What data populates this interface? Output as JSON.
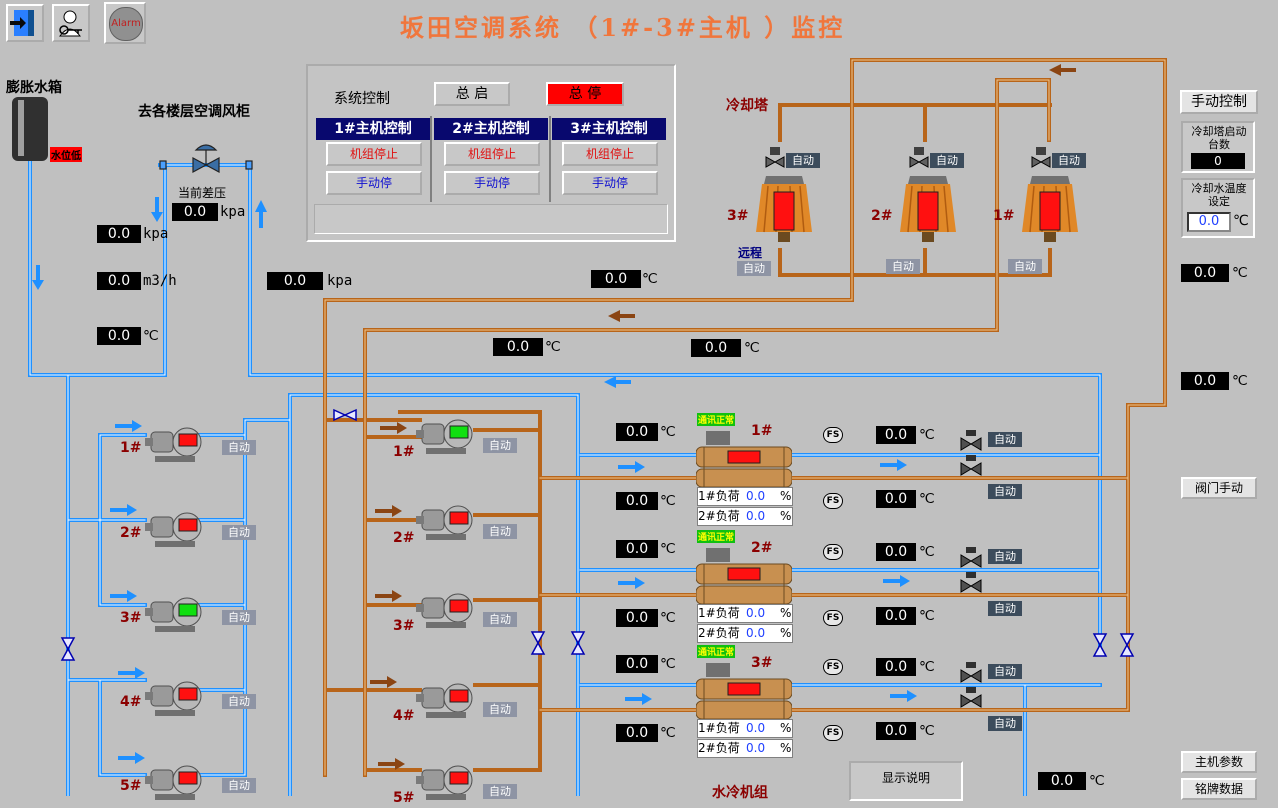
{
  "title": "坂田空调系统 （1#-3#主机 ）监控",
  "toolbar": {
    "alarm": "Alarm"
  },
  "expansion": {
    "title": "膨胀水箱",
    "level": "水位低"
  },
  "floors_label": "去各楼层空调风柜",
  "diff_pressure_label": "当前差压",
  "cooling_tower_label": "冷却塔",
  "remote_label": "远程",
  "chiller_group_label": "水冷机组",
  "control": {
    "title": "系统控制",
    "start_all": "总 启",
    "stop_all": "总 停",
    "machines": [
      {
        "title": "1#主机控制",
        "status": "机组停止",
        "mode": "手动停"
      },
      {
        "title": "2#主机控制",
        "status": "机组停止",
        "mode": "手动停"
      },
      {
        "title": "3#主机控制",
        "status": "机组停止",
        "mode": "手动停"
      }
    ]
  },
  "units": {
    "kpa": "kpa",
    "m3h": "m3/h",
    "c": "℃",
    "pct": "%"
  },
  "auto": "自动",
  "comm_ok": "通讯正常",
  "fs": "FS",
  "load1": "1#负荷",
  "load2": "2#负荷",
  "zero": "0.0",
  "towers": [
    "3#",
    "2#",
    "1#"
  ],
  "pumps_left": [
    "1#",
    "2#",
    "3#",
    "4#",
    "5#"
  ],
  "pumps_mid": [
    "1#",
    "2#",
    "3#",
    "4#",
    "5#"
  ],
  "chillers": [
    "1#",
    "2#",
    "3#"
  ],
  "side": {
    "manual": "手动控制",
    "tower_count_label": "冷却塔启动台数",
    "tower_count": "0",
    "temp_set_label": "冷却水温度设定",
    "temp_set": "0.0",
    "valve_manual": "阀门手动",
    "host_params": "主机参数",
    "nameplate": "铭牌数据",
    "display_help": "显示说明"
  },
  "colors": {
    "title": "#f0763c",
    "pipe_blue": "#1e90ff",
    "pipe_brown": "#b8651a",
    "panel_head": "#08086e",
    "stop": "#ff0000"
  }
}
